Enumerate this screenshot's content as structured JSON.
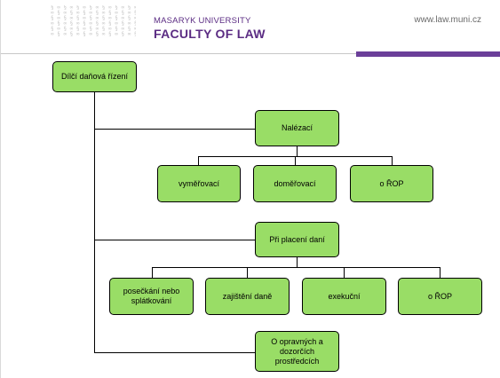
{
  "header": {
    "university": "MASARYK UNIVERSITY",
    "faculty": "FACULTY OF LAW",
    "website": "www.law.muni.cz",
    "accent_color": "#6b3f99",
    "text_color": "#5b2c83"
  },
  "diagram": {
    "node_color": "#99dd66",
    "root": "Dílčí daňová řízení",
    "group1": {
      "label": "Nalézací",
      "children": [
        "vyměřovací",
        "doměřovací",
        "o ŘOP"
      ]
    },
    "group2": {
      "label": "Při placení daní",
      "children": [
        "posečkání nebo splátkování",
        "zajištění daně",
        "exekuční",
        "o ŘOP"
      ]
    },
    "group3": {
      "label": "O opravných a dozorčích prostředcích"
    }
  }
}
